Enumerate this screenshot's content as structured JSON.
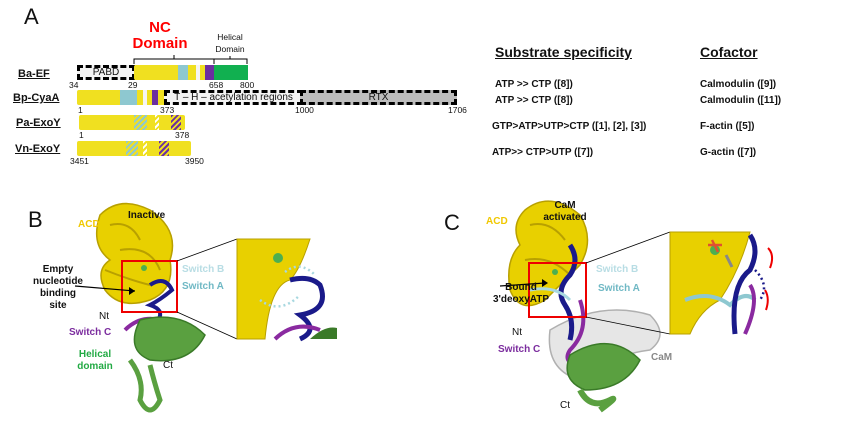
{
  "panel_a": {
    "letter": "A",
    "nc_domain": [
      "NC",
      "Domain"
    ],
    "helical_domain": [
      "Helical",
      "Domain"
    ],
    "rows": [
      {
        "name": "Ba-EF",
        "pabd": "PABD",
        "numbers": [
          "34",
          "29",
          "658",
          "800"
        ]
      },
      {
        "name": "Bp-CyaA",
        "th_region": "T – H – acetylation regions",
        "rtx": "RTX",
        "numbers": [
          "1",
          "373",
          "1000",
          "1706"
        ]
      },
      {
        "name": "Pa-ExoY",
        "numbers": [
          "1",
          "378"
        ]
      },
      {
        "name": "Vn-ExoY",
        "numbers": [
          "3451",
          "3950"
        ]
      }
    ],
    "table": {
      "headers": [
        "Substrate specificity",
        "Cofactor"
      ],
      "rows": [
        [
          "ATP >> CTP ([8])",
          "Calmodulin  ([9])"
        ],
        [
          "ATP >> CTP ([8])",
          "Calmodulin  ([11])"
        ],
        [
          "GTP>ATP>UTP>CTP  ([1], [2], [3])",
          "F-actin ([5])"
        ],
        [
          "ATP>> CTP>UTP  ([7])",
          "G-actin ([7])"
        ]
      ]
    }
  },
  "panel_b": {
    "letter": "B",
    "acd": "ACD",
    "state": "Inactive",
    "site": [
      "Empty",
      "nucleotide",
      "binding",
      "site"
    ],
    "switch_b": "Switch B",
    "switch_a": "Switch A",
    "switch_c": "Switch C",
    "nt": "Nt",
    "ct": "Ct",
    "helical": [
      "Helical",
      "domain"
    ]
  },
  "panel_c": {
    "letter": "C",
    "acd": "ACD",
    "state": [
      "CaM",
      "activated"
    ],
    "ligand": [
      "Bound",
      "3'deoxyATP"
    ],
    "switch_b": "Switch B",
    "switch_a": "Switch A",
    "switch_c": "Switch C",
    "nt": "Nt",
    "ct": "Ct",
    "cam": "CaM"
  },
  "colors": {
    "acd": "#f0d800",
    "switch_a": "#8ec8d0",
    "switch_b": "#b8dde4",
    "switch_c": "#7b2c9e",
    "helical": "#22aa44",
    "nc_title": "#ff0000",
    "red_box": "#ee0000",
    "cam": "#888888",
    "switch_a_loop": "#1a1a8a"
  }
}
